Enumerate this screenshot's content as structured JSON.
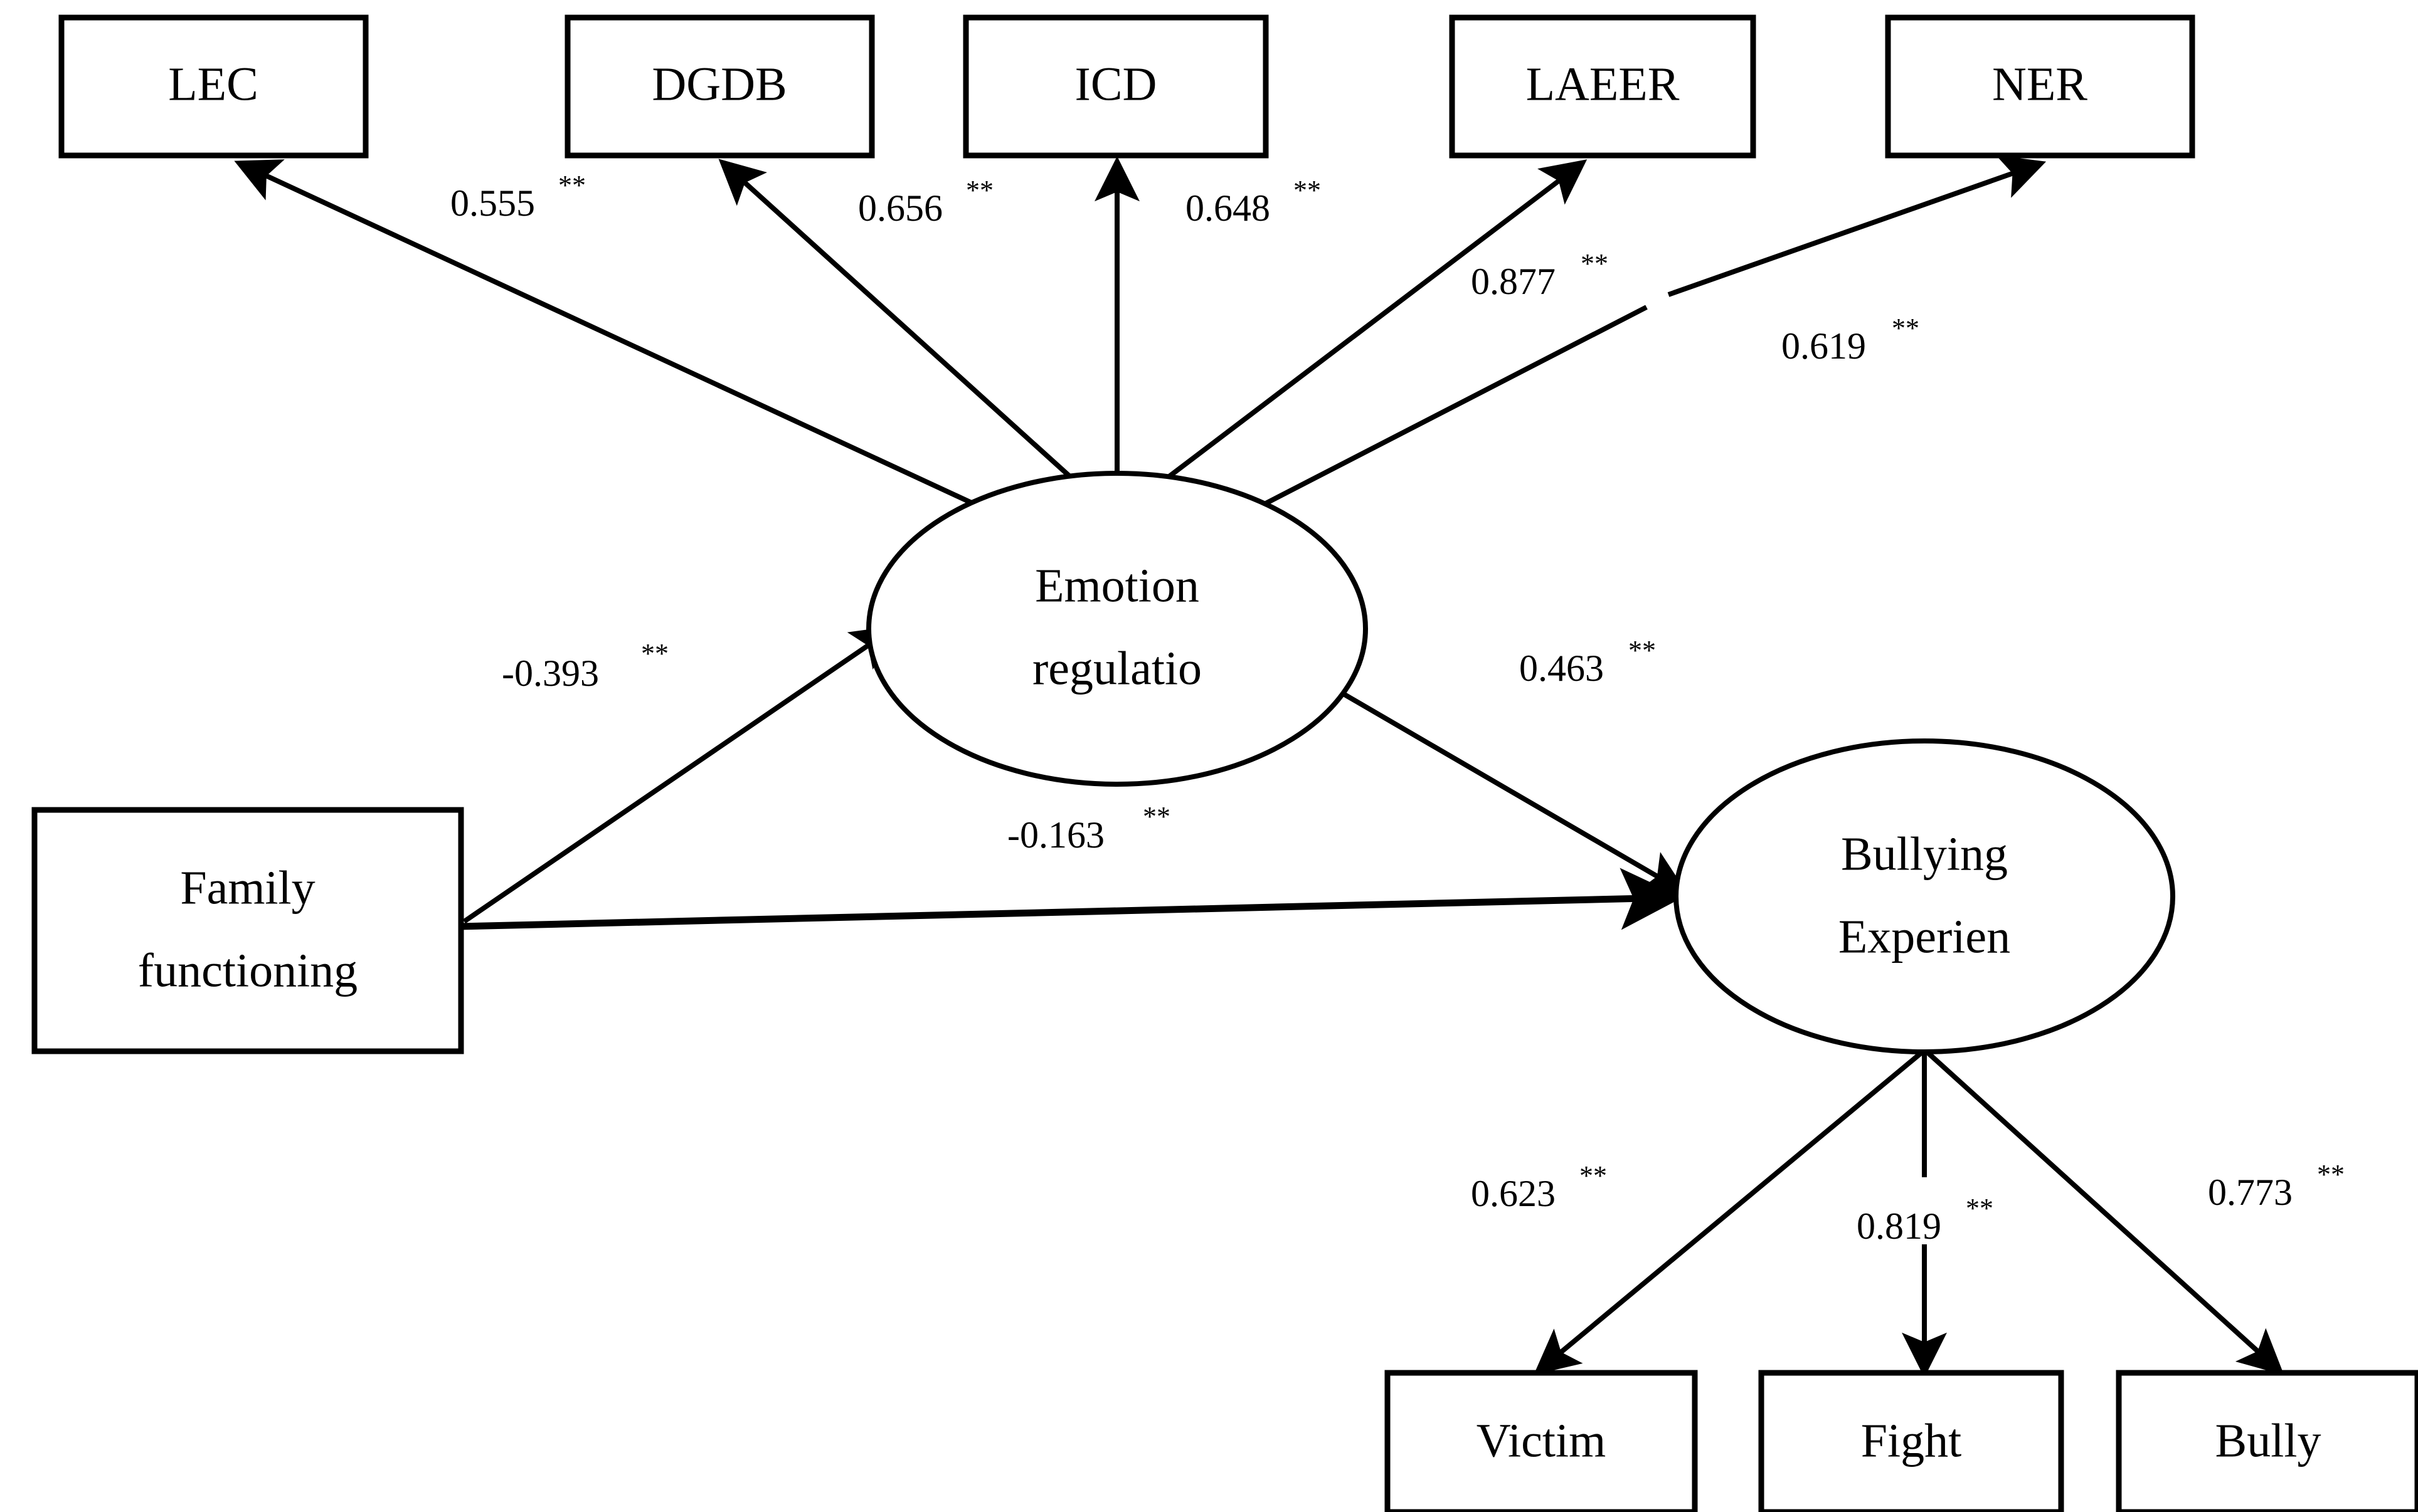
{
  "diagram": {
    "type": "structural-equation-model-path-diagram",
    "background_color": "#ffffff",
    "line_color": "#000000",
    "text_color": "#000000",
    "significance_marker": "**"
  },
  "observed_indicators_top": [
    {
      "id": "lec",
      "label": "LEC",
      "shape": "rectangle"
    },
    {
      "id": "dgdb",
      "label": "DGDB",
      "shape": "rectangle"
    },
    {
      "id": "icd",
      "label": "ICD",
      "shape": "rectangle"
    },
    {
      "id": "laeer",
      "label": "LAEER",
      "shape": "rectangle"
    },
    {
      "id": "ner",
      "label": "NER",
      "shape": "rectangle"
    }
  ],
  "observed_indicators_bottom": [
    {
      "id": "victim",
      "label": "Victim",
      "shape": "rectangle"
    },
    {
      "id": "fight",
      "label": "Fight",
      "shape": "rectangle"
    },
    {
      "id": "bully",
      "label": "Bully",
      "shape": "rectangle"
    }
  ],
  "exogenous": {
    "id": "family",
    "label_line1": "Family",
    "label_line2": "functioning",
    "shape": "rectangle"
  },
  "latent_variables": [
    {
      "id": "emotion_regulation",
      "label_line1": "Emotion",
      "label_line2": "regulatio",
      "shape": "ellipse"
    },
    {
      "id": "bullying_experience",
      "label_line1": "Bullying",
      "label_line2": "Experien",
      "shape": "ellipse"
    }
  ],
  "paths": [
    {
      "id": "er_to_lec",
      "from": "emotion_regulation",
      "to": "lec",
      "coefficient": "0.555",
      "significance": "**"
    },
    {
      "id": "er_to_dgdb",
      "from": "emotion_regulation",
      "to": "dgdb",
      "coefficient": "0.656",
      "significance": "**"
    },
    {
      "id": "er_to_icd",
      "from": "emotion_regulation",
      "to": "icd",
      "coefficient": "0.648",
      "significance": "**"
    },
    {
      "id": "er_to_laeer",
      "from": "emotion_regulation",
      "to": "laeer",
      "coefficient": "0.877",
      "significance": "**"
    },
    {
      "id": "er_to_ner",
      "from": "emotion_regulation",
      "to": "ner",
      "coefficient": "0.619",
      "significance": "**"
    },
    {
      "id": "family_to_er",
      "from": "family",
      "to": "emotion_regulation",
      "coefficient": "-0.393",
      "significance": "**"
    },
    {
      "id": "family_to_bully",
      "from": "family",
      "to": "bullying_experience",
      "coefficient": "-0.163",
      "significance": "**"
    },
    {
      "id": "er_to_bullying",
      "from": "emotion_regulation",
      "to": "bullying_experience",
      "coefficient": "0.463",
      "significance": "**"
    },
    {
      "id": "be_to_victim",
      "from": "bullying_experience",
      "to": "victim",
      "coefficient": "0.623",
      "significance": "**"
    },
    {
      "id": "be_to_fight",
      "from": "bullying_experience",
      "to": "fight",
      "coefficient": "0.819",
      "significance": "**"
    },
    {
      "id": "be_to_bully",
      "from": "bullying_experience",
      "to": "bully",
      "coefficient": "0.773",
      "significance": "**"
    }
  ]
}
